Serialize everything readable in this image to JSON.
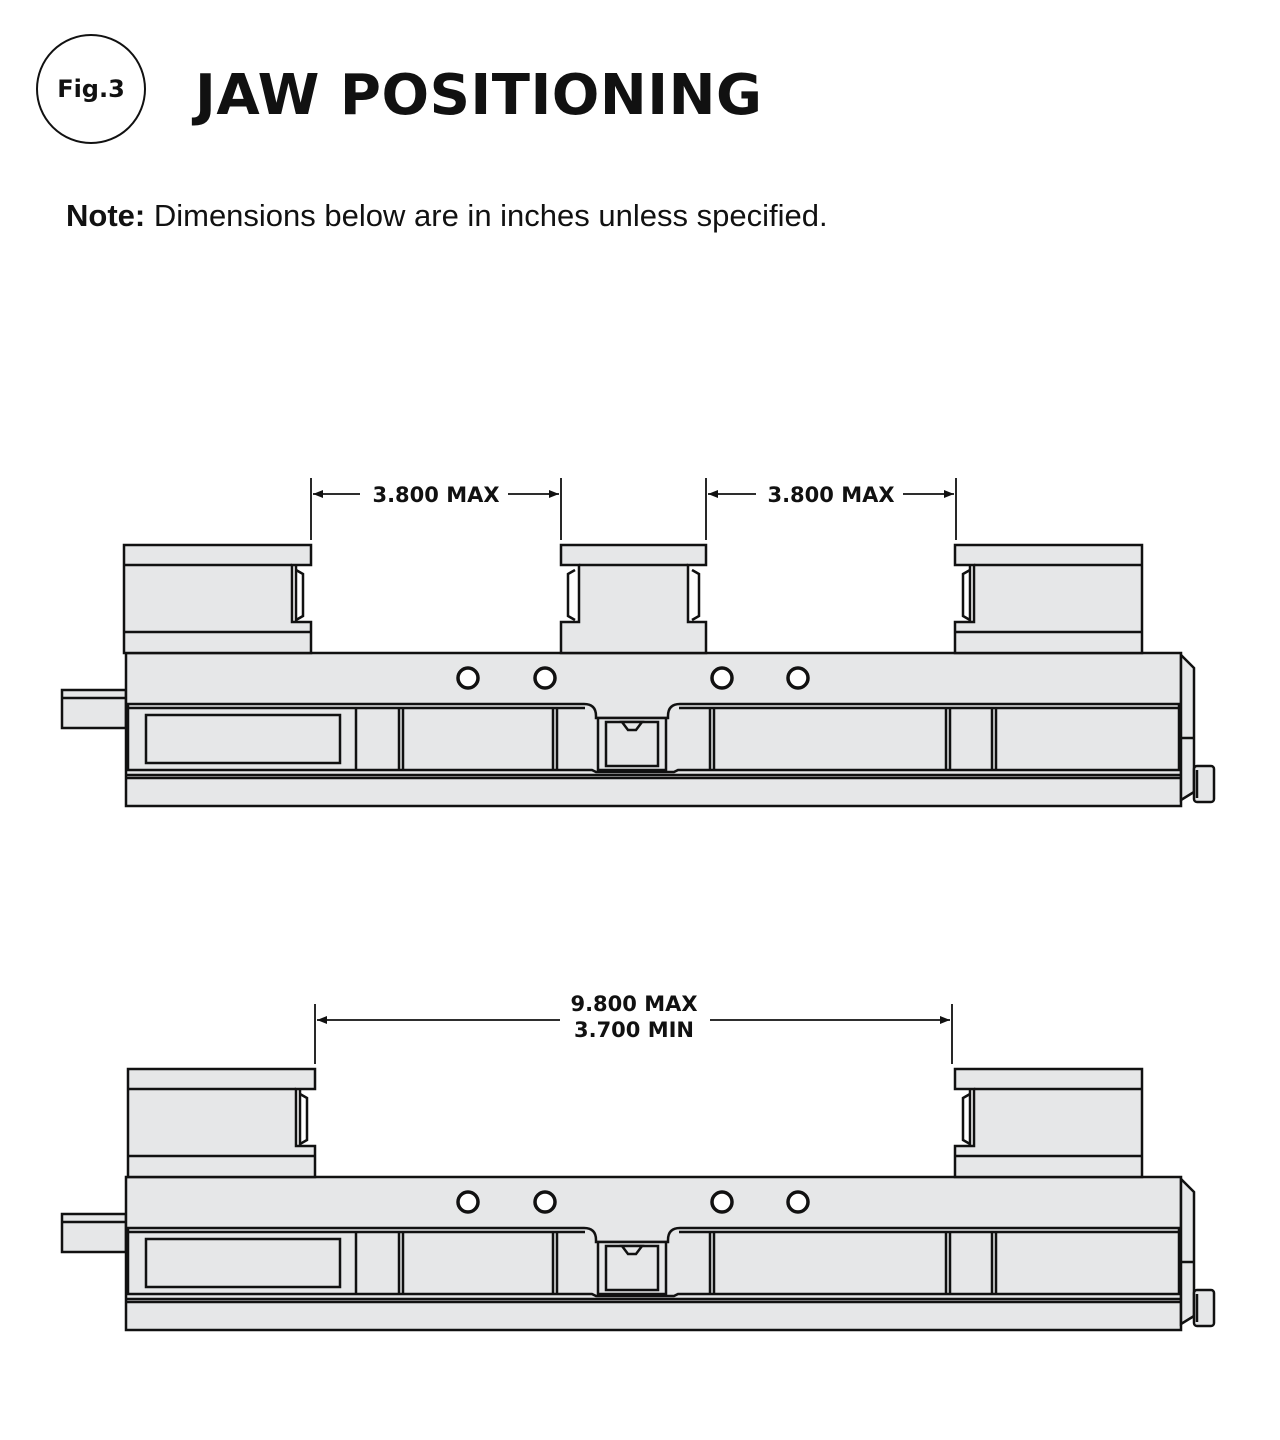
{
  "header": {
    "fig_label": "Fig.3",
    "title": "JAW POSITIONING"
  },
  "note": {
    "label": "Note:",
    "text": "Dimensions below are in inches unless specified."
  },
  "diagrams": [
    {
      "configuration": "three-jaw",
      "dimensions": [
        {
          "label": "3.800 MAX"
        },
        {
          "label": "3.800 MAX"
        }
      ]
    },
    {
      "configuration": "two-jaw",
      "dimensions": [
        {
          "label_line1": "9.800 MAX",
          "label_line2": "3.700 MIN"
        }
      ]
    }
  ],
  "colors": {
    "line": "#111111",
    "fill": "#e6e7e8",
    "background": "#ffffff"
  }
}
